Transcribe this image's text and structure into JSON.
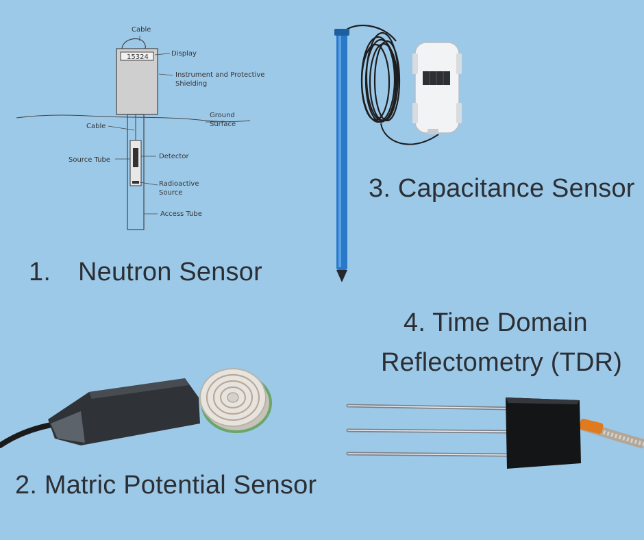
{
  "colors": {
    "background": "#9dc9e9",
    "text": "#2b2f33",
    "probe_blue": "#2a79c8",
    "orange_connector": "#e07a1e"
  },
  "neutron_diagram": {
    "display_value": "15324",
    "labels": {
      "cable_top": "Cable",
      "display": "Display",
      "instrument_1": "Instrument and Protective",
      "instrument_2": "Shielding",
      "ground_1": "Ground",
      "ground_2": "Surface",
      "cable_side": "Cable",
      "detector": "Detector",
      "source_tube": "Source Tube",
      "radioactive_1": "Radioactive",
      "radioactive_2": "Source",
      "access_tube": "Access Tube"
    }
  },
  "captions": {
    "neutron_number": "1.",
    "neutron": "Neutron Sensor",
    "matric": "2. Matric Potential Sensor",
    "capacitance": "3. Capacitance Sensor",
    "tdr_line1": "4. Time Domain",
    "tdr_line2": "Reflectometry (TDR)"
  }
}
